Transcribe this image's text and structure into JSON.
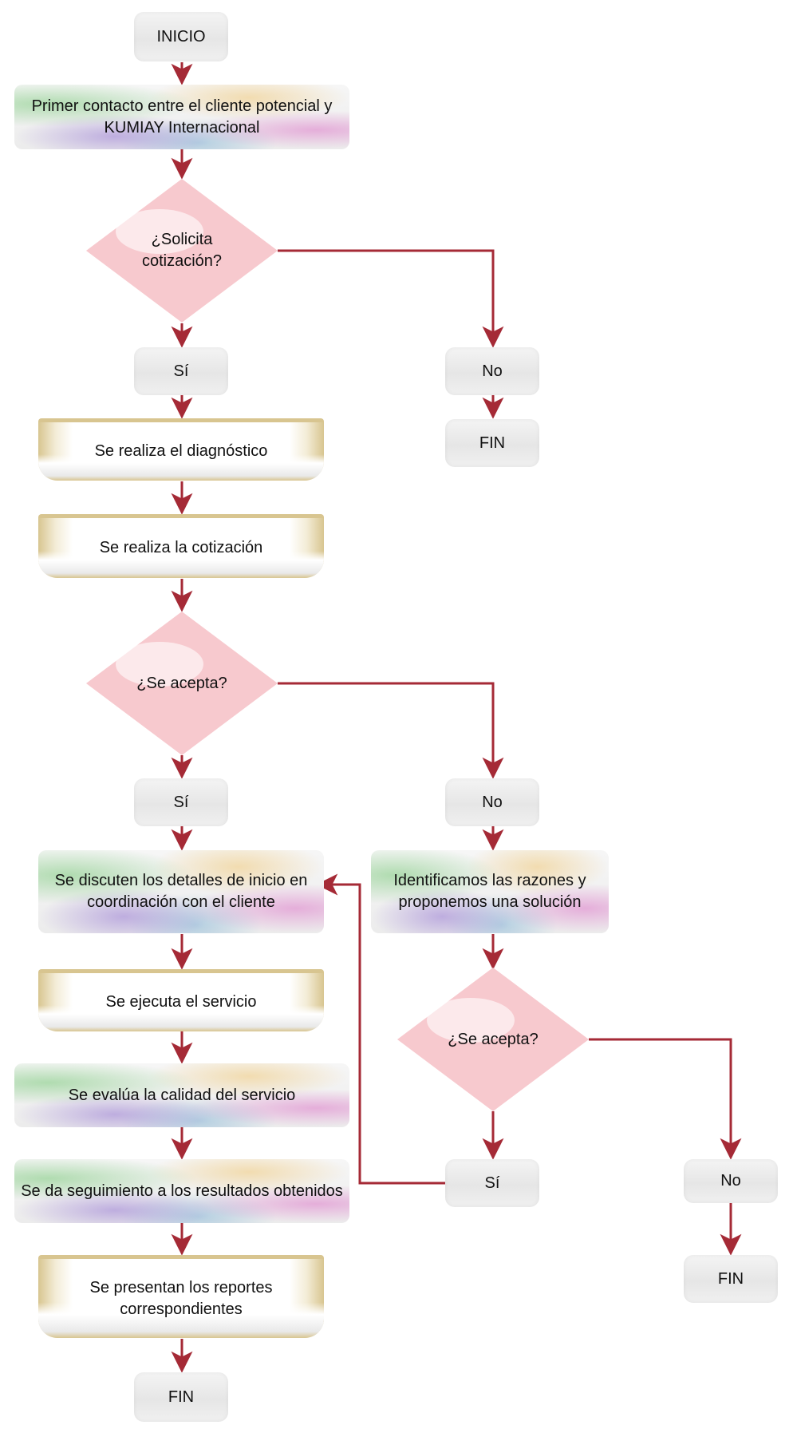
{
  "nodes": {
    "inicio": "INICIO",
    "primer_contacto": "Primer contacto entre el cliente potencial y KUMIAY Internacional",
    "solicita_cotizacion": "¿Solicita cotización?",
    "si_1": "Sí",
    "no_1": "No",
    "fin_1": "FIN",
    "diagnostico": "Se realiza el diagnóstico",
    "cotizacion": "Se realiza la cotización",
    "se_acepta_1": "¿Se acepta?",
    "si_2": "Sí",
    "no_2": "No",
    "discuten_detalles": "Se discuten los detalles de inicio en coordinación con el cliente",
    "identificamos_razones": "Identificamos las razones y proponemos una solución",
    "ejecuta_servicio": "Se ejecuta el servicio",
    "se_acepta_2": "¿Se acepta?",
    "evalua_calidad": "Se evalúa la calidad del servicio",
    "seguimiento": "Se da seguimiento a los resultados obtenidos",
    "si_3": "Sí",
    "no_3": "No",
    "reportes": "Se presentan los reportes correspondientes",
    "fin_2": "FIN",
    "fin_3": "FIN"
  },
  "colors": {
    "connector": "#a52a36",
    "decision_fill": "#f7c9ce",
    "terminal_fill": "#ececec",
    "process_tan": "#d8c590"
  }
}
